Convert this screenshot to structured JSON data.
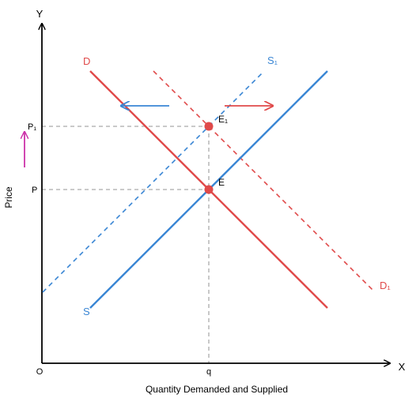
{
  "colors": {
    "demand": "#e04a4a",
    "supply": "#3a86d4",
    "axis": "#000000",
    "guide": "#aaaaaa",
    "price_arrow": "#cc33aa"
  },
  "axes": {
    "y_label": "Y",
    "x_label": "X",
    "origin_label": "O",
    "y_title": "Price",
    "x_title": "Quantity Demanded and Supplied"
  },
  "levels": {
    "p1_label": "P₁",
    "p_label": "P",
    "q_label": "q"
  },
  "curves": {
    "d_label": "D",
    "d1_label": "D₁",
    "s_label": "S",
    "s1_label": "S₁"
  },
  "points": {
    "e_label": "E",
    "e1_label": "E₁"
  }
}
